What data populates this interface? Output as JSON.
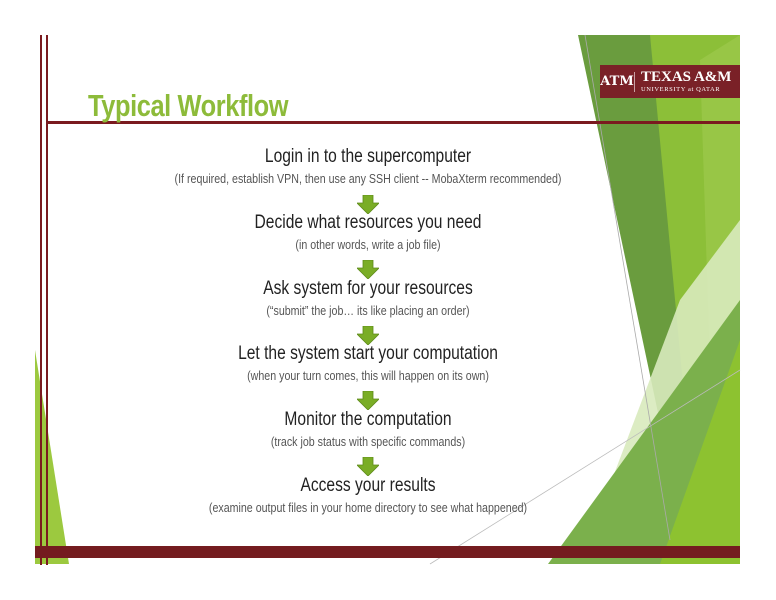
{
  "slide": {
    "title": "Typical Workflow",
    "logo": {
      "mark": "ATM",
      "name": "TEXAS A&M",
      "subtitle": "UNIVERSITY at QATAR"
    },
    "steps": [
      {
        "main": "Login in to the supercomputer",
        "sub": "(If required, establish VPN, then use any SSH client -- MobaXterm recommended)"
      },
      {
        "main": "Decide what resources you need",
        "sub": "(in other words, write a job file)"
      },
      {
        "main": "Ask system for your resources",
        "sub": "(“submit” the job… its like placing an order)"
      },
      {
        "main": "Let the system start your computation",
        "sub": "(when your turn comes, this will happen on its own)"
      },
      {
        "main": "Monitor the computation",
        "sub": "(track job status with specific commands)"
      },
      {
        "main": "Access your results",
        "sub": "(examine output files in your home directory to see what happened)"
      }
    ]
  },
  "colors": {
    "maroon": "#741c1f",
    "green": "#8dbb3a",
    "arrow": "#7aad26"
  }
}
